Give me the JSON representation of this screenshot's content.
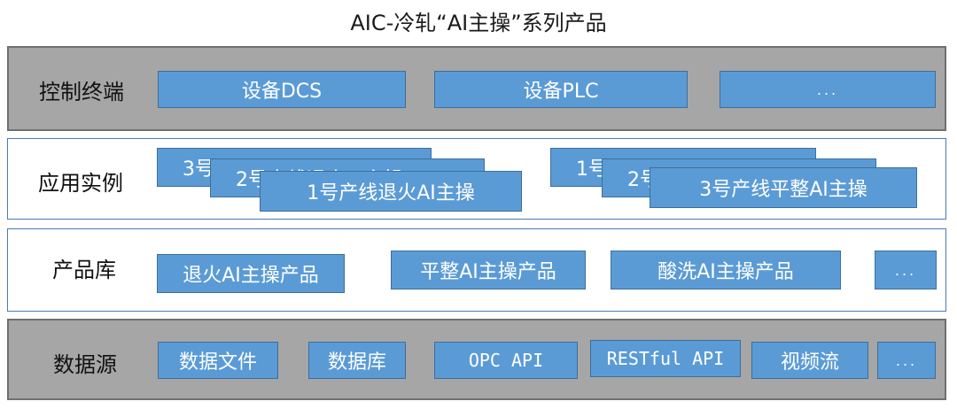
{
  "title": "AIC-冷轧“AI主操”系列产品",
  "layers": {
    "control": {
      "label": "控制终端",
      "items": [
        "设备DCS",
        "设备PLC",
        "..."
      ]
    },
    "apps": {
      "label": "应用实例",
      "group1": [
        "3号产线退火AI主操",
        "2号产线退火AI主操",
        "1号产线退火AI主操"
      ],
      "group2": [
        "1号产线平整AI主操",
        "2号产线平整AI主操",
        "3号产线平整AI主操"
      ]
    },
    "products": {
      "label": "产品库",
      "items": [
        "退火AI主操产品",
        "平整AI主操产品",
        "酸洗AI主操产品",
        "..."
      ]
    },
    "datasource": {
      "label": "数据源",
      "items": [
        "数据文件",
        "数据库",
        "OPC API",
        "RESTful API",
        "视频流",
        "..."
      ]
    }
  },
  "colors": {
    "box_fill": "#5b9bd5",
    "gray_layer": "#a6a6a6"
  }
}
